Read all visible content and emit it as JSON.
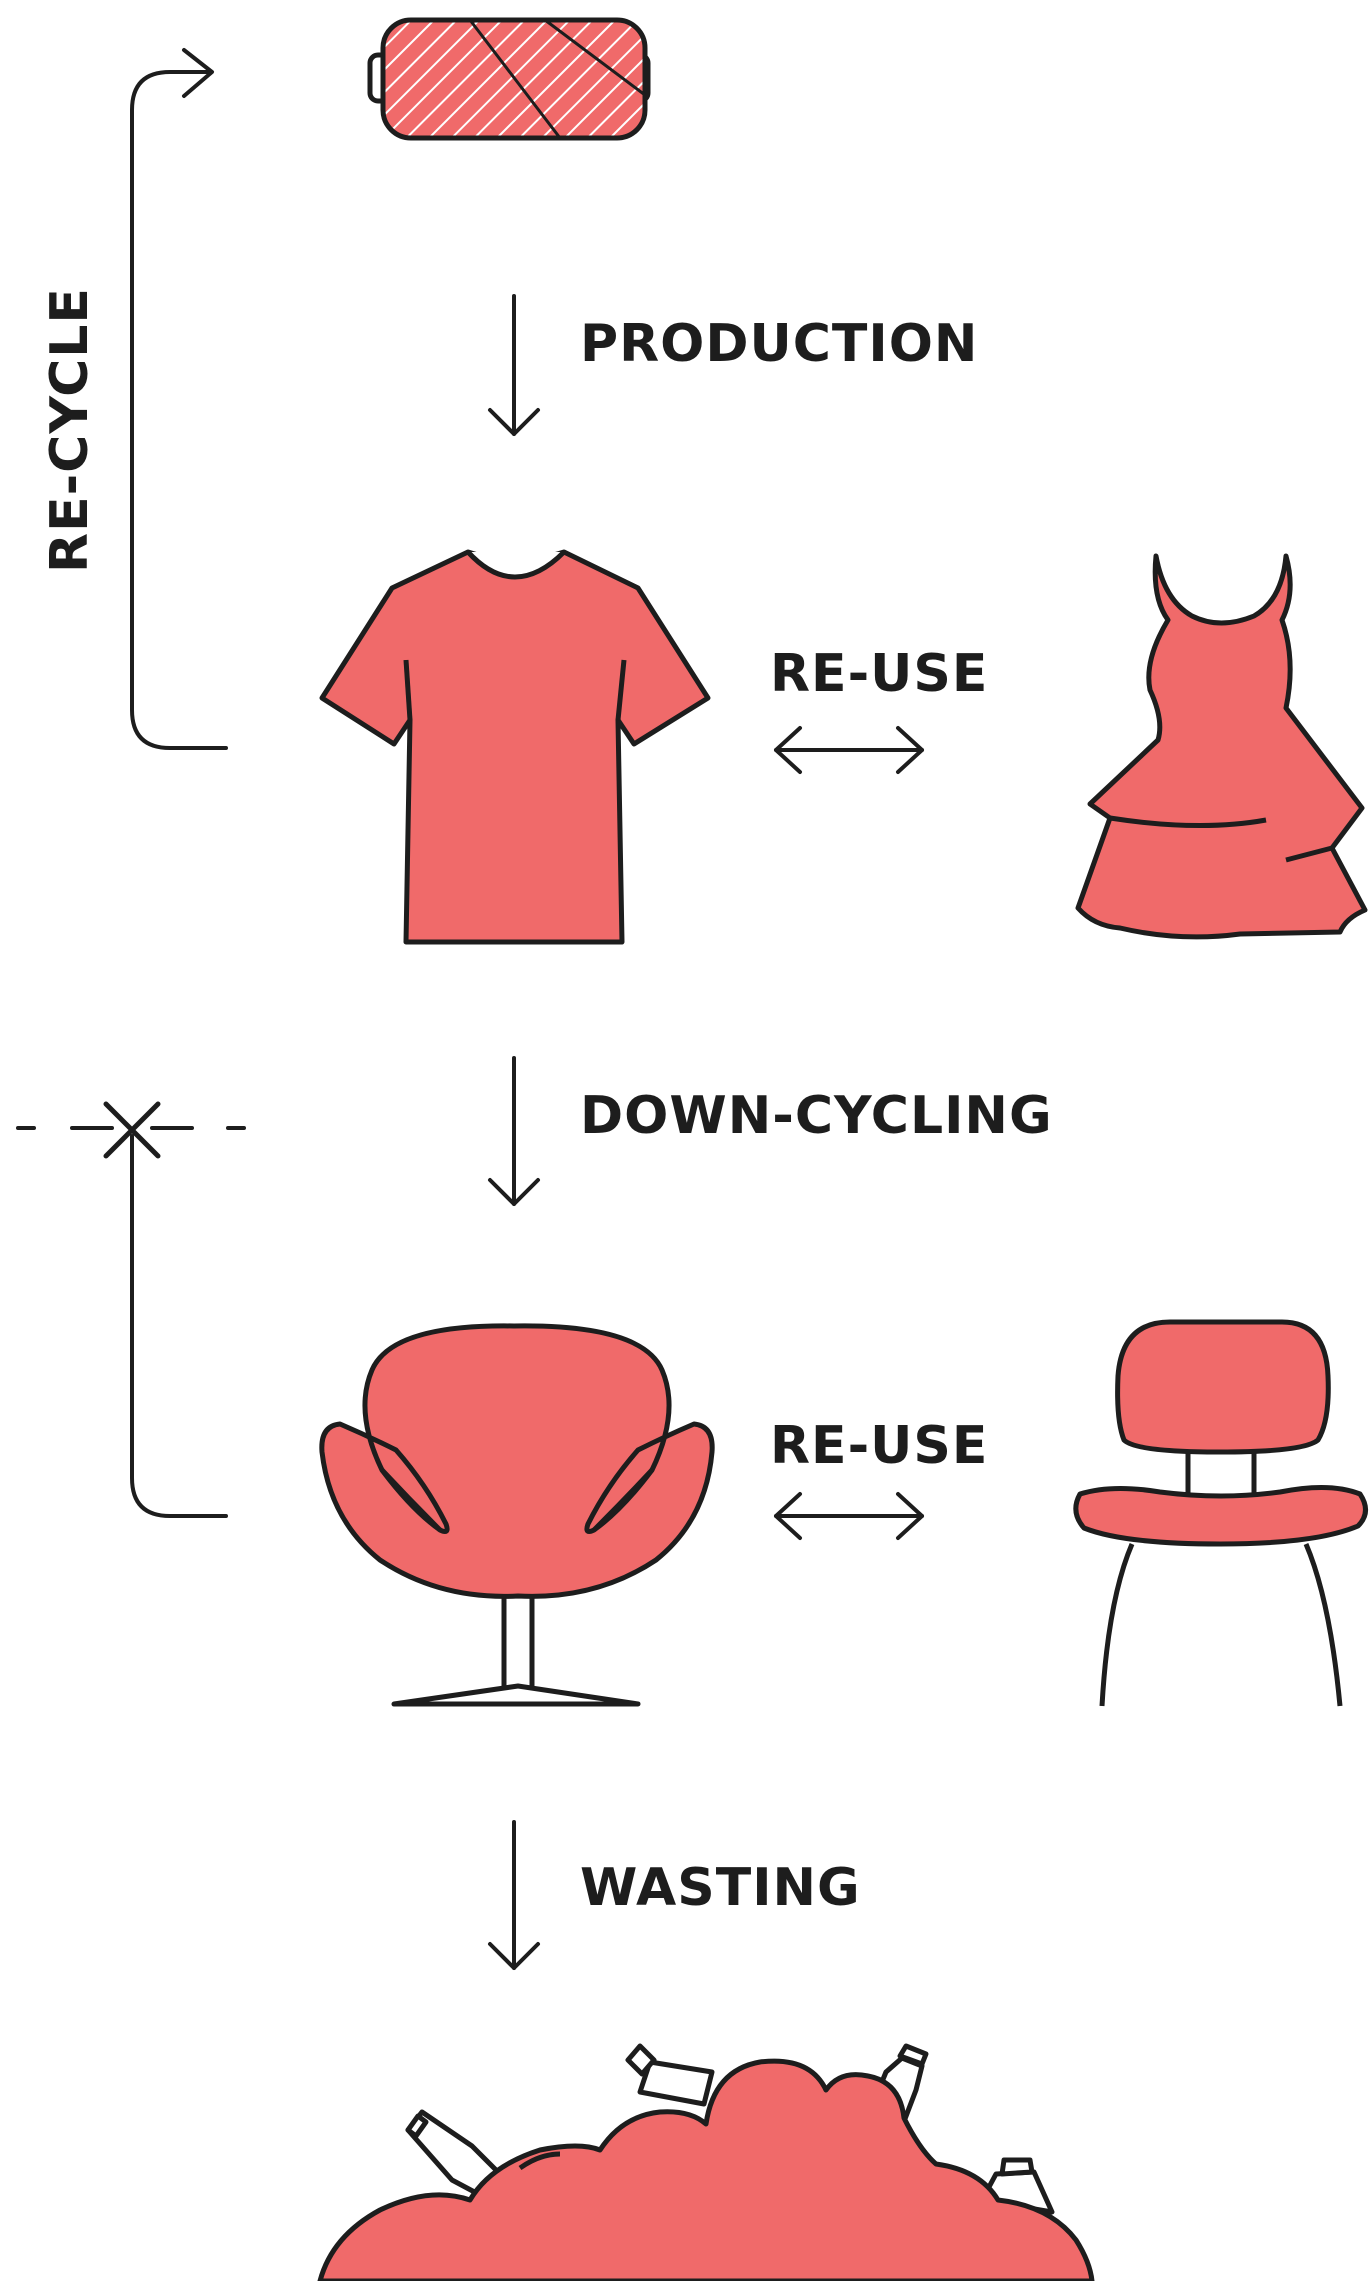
{
  "labels": {
    "production": "PRODUCTION",
    "reuse_top": "RE-USE",
    "recycle": "RE-CYCLE",
    "downcycling": "DOWN-CYCLING",
    "reuse_bottom": "RE-USE",
    "wasting": "WASTING"
  },
  "colors": {
    "fill": "#f06a6a",
    "stroke": "#1d1d1d",
    "background": "#ffffff"
  },
  "icons": [
    "fabric-roll-icon",
    "tshirt-icon",
    "dress-icon",
    "swan-chair-icon",
    "plastic-chair-icon",
    "landfill-icon"
  ]
}
